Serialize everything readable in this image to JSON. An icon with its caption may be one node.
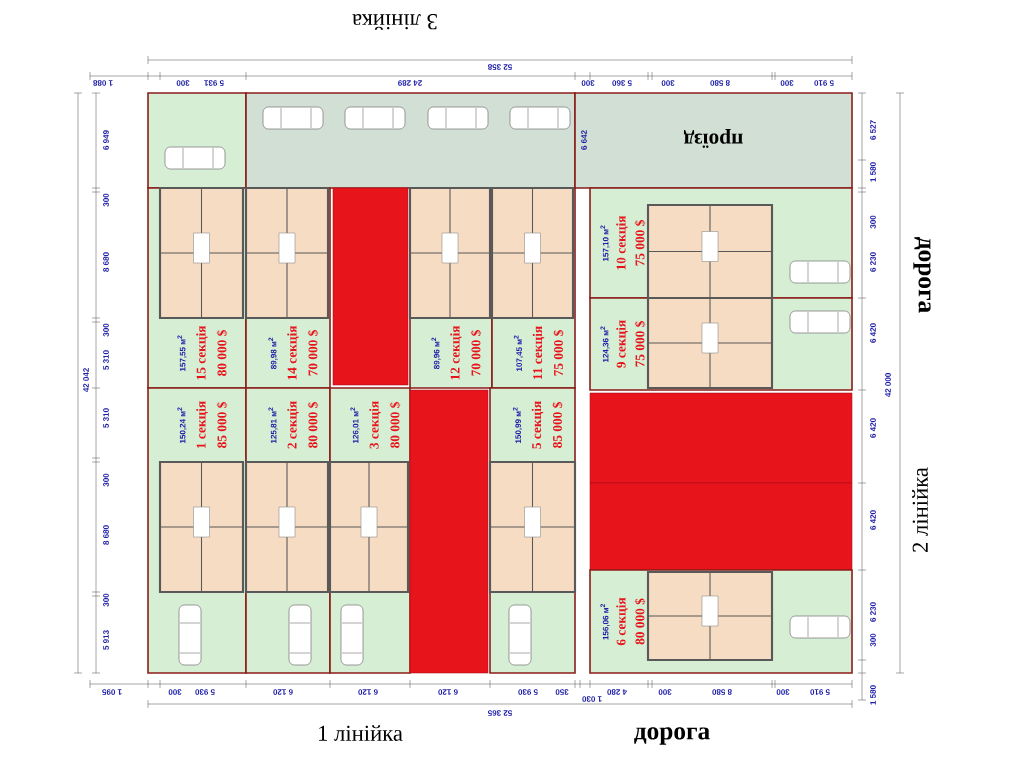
{
  "diagram": {
    "nodes": [
      {
        "text": [
          "проїзд"
        ]
      },
      {
        "text": [
          "157,55 м$^{2}$",
          "15 секція",
          "80 000 $"
        ]
      },
      {
        "text": [
          "89,98 м$^{2}$",
          "14 секція",
          "70 000 $"
        ]
      },
      {
        "text": [],
        "shape": "box"
      },
      {
        "text": [
          "89,96 м$^{2}$",
          "12 секція",
          "70 000 $"
        ]
      },
      {
        "text": [
          "107,45 м$^{2}$",
          "11 секція",
          "75 000 $"
        ]
      },
      {
        "text": [
          "157,10 м$^{2}$",
          "10 секція",
          "75 000 $"
        ]
      },
      {
        "text": [
          "124,36 м$^{2}$",
          "9 секція",
          "75 000 $"
        ]
      },
      {
        "text": [
          "150,24 м$^{2}$",
          "1 секція",
          "85 000 $"
        ]
      },
      {
        "text": [
          "125,81 м$^{2}$",
          "2 секція",
          "80 000 $"
        ]
      },
      {
        "text": [
          "126,01 м$^{2}$",
          "3 секція",
          "80 000 $"
        ]
      },
      {
        "text": [],
        "shape": "box"
      },
      {
        "text": [
          "150,99 м$^{2}$",
          "5 секція",
          "85 000 $"
        ]
      },
      {
        "text": [],
        "shape": "box"
      },
      {
        "text": [],
        "shape": "box"
      },
      {
        "text": [
          "156,06 м$^{2}$",
          "6 секція",
          "80 000 $"
        ]
      }
    ],
    "labels": [
      "3 лінійка",
      "52 358",
      "1 088",
      "300",
      "5 931",
      "24 289",
      "300",
      "5 360",
      "300",
      "8 580",
      "300",
      "5 910",
      "6 949",
      "300",
      "8 680",
      "300",
      "5 310",
      "42 042",
      "5 310",
      "300",
      "8 680",
      "300",
      "5 913",
      "6 642",
      "6 527",
      "1 580",
      "300",
      "6 230",
      "6 420",
      "42 000",
      "6 420",
      "6 420",
      "6 230",
      "300",
      "дорога",
      "2 лінійка",
      "1 095",
      "300",
      "5 930",
      "6 120",
      "6 120",
      "6 120",
      "5 930",
      "350",
      "1 030",
      "4 280",
      "300",
      "8 580",
      "300",
      "5 910",
      "1 580",
      "52 365",
      "1 лінійка",
      "дорога"
    ]
  }
}
